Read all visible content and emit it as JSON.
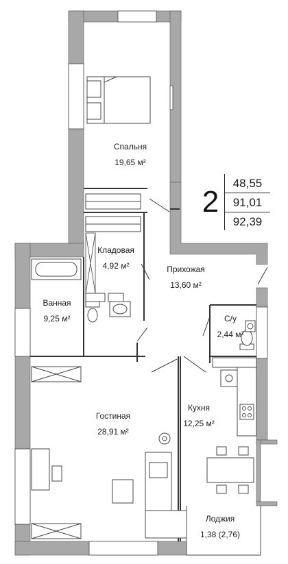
{
  "plan": {
    "rooms": [
      {
        "id": "bedroom",
        "name": "Спальня",
        "area": "19,65 м²"
      },
      {
        "id": "storage",
        "name": "Кладовая",
        "area": "4,92 м²"
      },
      {
        "id": "hallway",
        "name": "Прихожая",
        "area": "13,60 м²"
      },
      {
        "id": "bathroom",
        "name": "Ванная",
        "area": "9,25 м²"
      },
      {
        "id": "wc",
        "name": "С/у",
        "area": "2,44 м²"
      },
      {
        "id": "living",
        "name": "Гостиная",
        "area": "28,91 м²"
      },
      {
        "id": "kitchen",
        "name": "Кухня",
        "area": "12,25 м²"
      },
      {
        "id": "loggia",
        "name": "Лоджия",
        "area": "1,38 (2,76)"
      }
    ]
  },
  "info": {
    "rooms_count": "2",
    "areas": [
      "48,55",
      "91,01",
      "92,39"
    ]
  },
  "colors": {
    "wall": "#a8a8a8",
    "line": "#333333",
    "window": "#ffffff"
  }
}
